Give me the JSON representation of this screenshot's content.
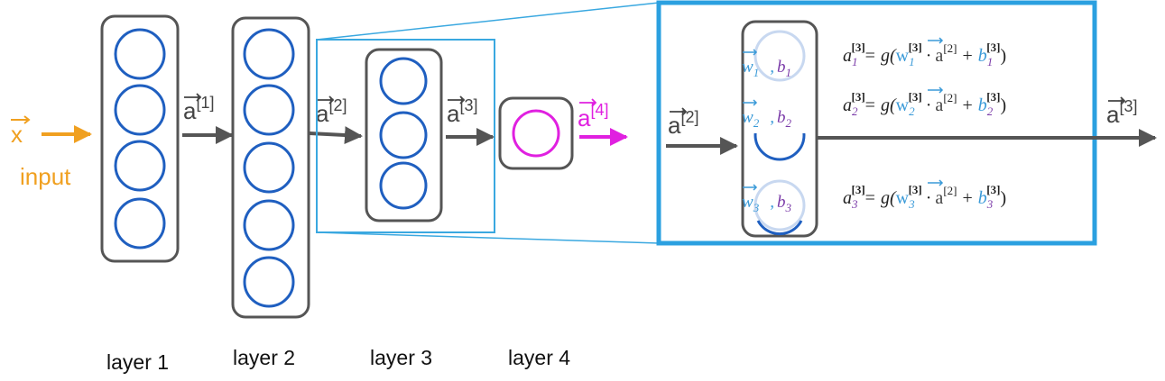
{
  "input": {
    "symbol": "x",
    "label": "input"
  },
  "layers": [
    {
      "label": "layer 1",
      "units": 4
    },
    {
      "label": "layer 2",
      "units": 5
    },
    {
      "label": "layer 3",
      "units": 3
    },
    {
      "label": "layer 4",
      "units": 1
    }
  ],
  "activations": {
    "a1": {
      "base": "a",
      "sup": "[1]"
    },
    "a2": {
      "base": "a",
      "sup": "[2]"
    },
    "a3": {
      "base": "a",
      "sup": "[3]"
    },
    "a4": {
      "base": "a",
      "sup": "[4]"
    }
  },
  "detail": {
    "input_act": {
      "base": "a",
      "sup": "[2]"
    },
    "output_act": {
      "base": "a",
      "sup": "[3]"
    },
    "params": [
      {
        "w": "w",
        "w_sub": "1",
        "sep": ",",
        "b": "b",
        "b_sub": "1"
      },
      {
        "w": "w",
        "w_sub": "2",
        "sep": ",",
        "b": "b",
        "b_sub": "2"
      },
      {
        "w": "w",
        "w_sub": "3",
        "sep": ",",
        "b": "b",
        "b_sub": "3"
      }
    ],
    "equations": [
      {
        "lhs": "a",
        "lhs_sub": "1",
        "lhs_sup": "[3]",
        "eq": "=",
        "g": "g(",
        "w_sup": "[3]",
        "w_sub": "1",
        "dot": "·",
        "a_prev": "a",
        "a_prev_sup": "[2]",
        "plus": "+",
        "b": "b",
        "b_sub": "1",
        "b_sup": "[3]",
        "close": ")"
      },
      {
        "lhs": "a",
        "lhs_sub": "2",
        "lhs_sup": "[3]",
        "eq": "=",
        "g": "g(",
        "w_sup": "[3]",
        "w_sub": "2",
        "dot": "·",
        "a_prev": "a",
        "a_prev_sup": "[2]",
        "plus": "+",
        "b": "b",
        "b_sub": "2",
        "b_sup": "[3]",
        "close": ")"
      },
      {
        "lhs": "a",
        "lhs_sub": "3",
        "lhs_sup": "[3]",
        "eq": "=",
        "g": "g(",
        "w_sup": "[3]",
        "w_sub": "3",
        "dot": "·",
        "a_prev": "a",
        "a_prev_sup": "[2]",
        "plus": "+",
        "b": "b",
        "b_sub": "3",
        "b_sup": "[3]",
        "close": ")"
      }
    ]
  },
  "colors": {
    "input": "#f0a020",
    "unit": "#1f5fc0",
    "box": "#555555",
    "arrow": "#555555",
    "highlight": "#3aa8e0",
    "output": "#e020e0",
    "param_w": "#3a9ad8",
    "param_b": "#7a3aa8",
    "text": "#444444",
    "label": "#111111"
  }
}
